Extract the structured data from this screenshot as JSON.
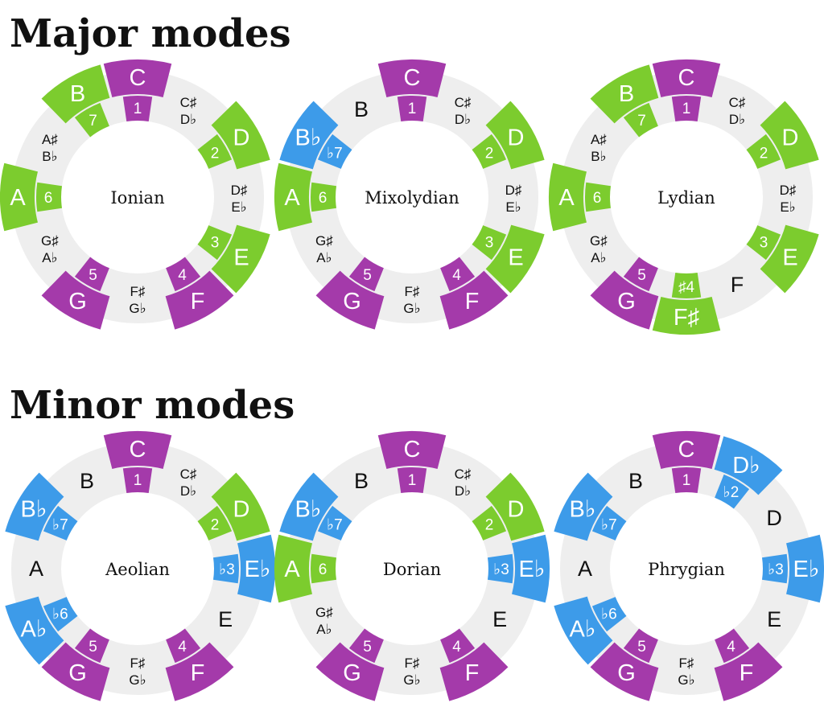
{
  "headings": {
    "major": "Major modes",
    "minor": "Minor modes"
  },
  "colors": {
    "purple": "#a43aaa",
    "green": "#7ccc2e",
    "blue": "#3d9be9",
    "gray": "#eeeeee",
    "text_light": "#ffffff",
    "text_dark": "#111111"
  },
  "notes": [
    [
      "C"
    ],
    [
      "C♯",
      "D♭"
    ],
    [
      "D"
    ],
    [
      "D♯",
      "E♭"
    ],
    [
      "E"
    ],
    [
      "F"
    ],
    [
      "F♯",
      "G♭"
    ],
    [
      "G"
    ],
    [
      "G♯",
      "A♭"
    ],
    [
      "A"
    ],
    [
      "A♯",
      "B♭"
    ],
    [
      "B"
    ]
  ],
  "wheels": [
    {
      "name": "Ionian",
      "group": "major",
      "segments": [
        {
          "pos": 0,
          "note": "C",
          "degree": "1",
          "color": "purple"
        },
        {
          "pos": 2,
          "note": "D",
          "degree": "2",
          "color": "green"
        },
        {
          "pos": 4,
          "note": "E",
          "degree": "3",
          "color": "green"
        },
        {
          "pos": 5,
          "note": "F",
          "degree": "4",
          "color": "purple"
        },
        {
          "pos": 7,
          "note": "G",
          "degree": "5",
          "color": "purple"
        },
        {
          "pos": 9,
          "note": "A",
          "degree": "6",
          "color": "green"
        },
        {
          "pos": 11,
          "note": "B",
          "degree": "7",
          "color": "green"
        }
      ]
    },
    {
      "name": "Mixolydian",
      "group": "major",
      "segments": [
        {
          "pos": 0,
          "note": "C",
          "degree": "1",
          "color": "purple"
        },
        {
          "pos": 2,
          "note": "D",
          "degree": "2",
          "color": "green"
        },
        {
          "pos": 4,
          "note": "E",
          "degree": "3",
          "color": "green"
        },
        {
          "pos": 5,
          "note": "F",
          "degree": "4",
          "color": "purple"
        },
        {
          "pos": 7,
          "note": "G",
          "degree": "5",
          "color": "purple"
        },
        {
          "pos": 9,
          "note": "A",
          "degree": "6",
          "color": "green"
        },
        {
          "pos": 10,
          "note": "B♭",
          "degree": "♭7",
          "color": "blue"
        }
      ]
    },
    {
      "name": "Lydian",
      "group": "major",
      "segments": [
        {
          "pos": 0,
          "note": "C",
          "degree": "1",
          "color": "purple"
        },
        {
          "pos": 2,
          "note": "D",
          "degree": "2",
          "color": "green"
        },
        {
          "pos": 4,
          "note": "E",
          "degree": "3",
          "color": "green"
        },
        {
          "pos": 6,
          "note": "F♯",
          "degree": "♯4",
          "color": "green"
        },
        {
          "pos": 7,
          "note": "G",
          "degree": "5",
          "color": "purple"
        },
        {
          "pos": 9,
          "note": "A",
          "degree": "6",
          "color": "green"
        },
        {
          "pos": 11,
          "note": "B",
          "degree": "7",
          "color": "green"
        }
      ],
      "plain_labels": {
        "5": "F"
      }
    },
    {
      "name": "Aeolian",
      "group": "minor",
      "segments": [
        {
          "pos": 0,
          "note": "C",
          "degree": "1",
          "color": "purple"
        },
        {
          "pos": 2,
          "note": "D",
          "degree": "2",
          "color": "green"
        },
        {
          "pos": 3,
          "note": "E♭",
          "degree": "♭3",
          "color": "blue"
        },
        {
          "pos": 5,
          "note": "F",
          "degree": "4",
          "color": "purple"
        },
        {
          "pos": 7,
          "note": "G",
          "degree": "5",
          "color": "purple"
        },
        {
          "pos": 8,
          "note": "A♭",
          "degree": "♭6",
          "color": "blue"
        },
        {
          "pos": 10,
          "note": "B♭",
          "degree": "♭7",
          "color": "blue"
        }
      ],
      "plain_labels": {
        "4": "E",
        "9": "A",
        "11": "B"
      }
    },
    {
      "name": "Dorian",
      "group": "minor",
      "segments": [
        {
          "pos": 0,
          "note": "C",
          "degree": "1",
          "color": "purple"
        },
        {
          "pos": 2,
          "note": "D",
          "degree": "2",
          "color": "green"
        },
        {
          "pos": 3,
          "note": "E♭",
          "degree": "♭3",
          "color": "blue"
        },
        {
          "pos": 5,
          "note": "F",
          "degree": "4",
          "color": "purple"
        },
        {
          "pos": 7,
          "note": "G",
          "degree": "5",
          "color": "purple"
        },
        {
          "pos": 9,
          "note": "A",
          "degree": "6",
          "color": "green"
        },
        {
          "pos": 10,
          "note": "B♭",
          "degree": "♭7",
          "color": "blue"
        }
      ],
      "plain_labels": {
        "4": "E",
        "11": "B"
      }
    },
    {
      "name": "Phrygian",
      "group": "minor",
      "segments": [
        {
          "pos": 0,
          "note": "C",
          "degree": "1",
          "color": "purple"
        },
        {
          "pos": 1,
          "note": "D♭",
          "degree": "♭2",
          "color": "blue"
        },
        {
          "pos": 3,
          "note": "E♭",
          "degree": "♭3",
          "color": "blue"
        },
        {
          "pos": 5,
          "note": "F",
          "degree": "4",
          "color": "purple"
        },
        {
          "pos": 7,
          "note": "G",
          "degree": "5",
          "color": "purple"
        },
        {
          "pos": 8,
          "note": "A♭",
          "degree": "♭6",
          "color": "blue"
        },
        {
          "pos": 10,
          "note": "B♭",
          "degree": "♭7",
          "color": "blue"
        }
      ],
      "plain_labels": {
        "2": "D",
        "4": "E",
        "9": "A",
        "11": "B"
      }
    }
  ]
}
